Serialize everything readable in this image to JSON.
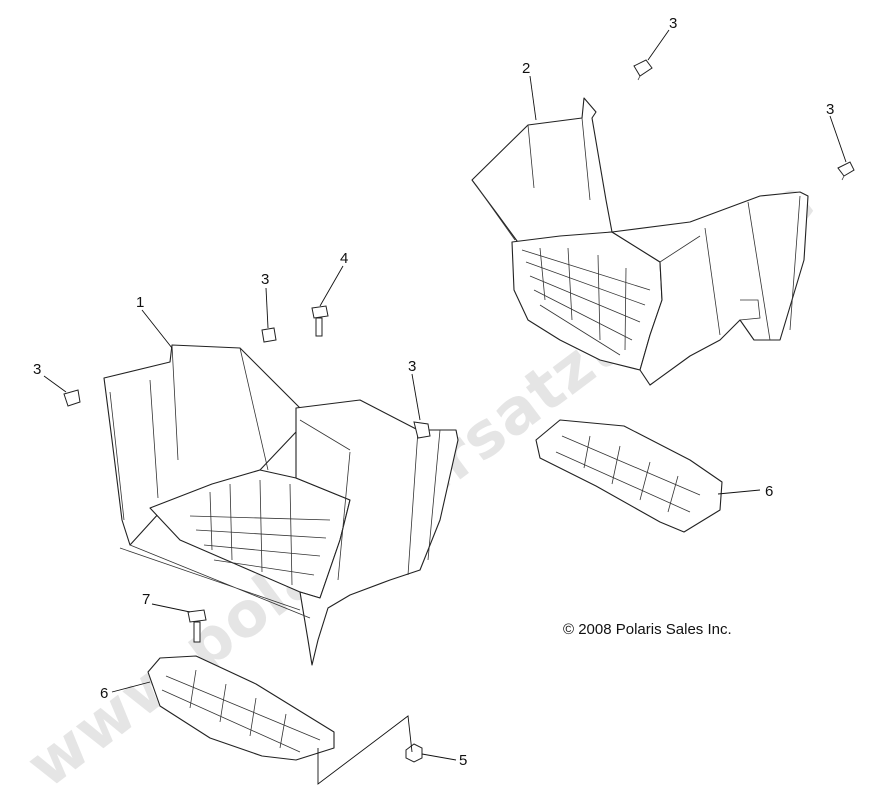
{
  "copyright": "© 2008 Polaris Sales Inc.",
  "watermark": "www.polaris-ersatzteile.de",
  "callouts": {
    "c1": "1",
    "c2": "2",
    "c3a": "3",
    "c3b": "3",
    "c3c": "3",
    "c3d": "3",
    "c3e": "3",
    "c4": "4",
    "c5": "5",
    "c6a": "6",
    "c6b": "6",
    "c7": "7"
  }
}
